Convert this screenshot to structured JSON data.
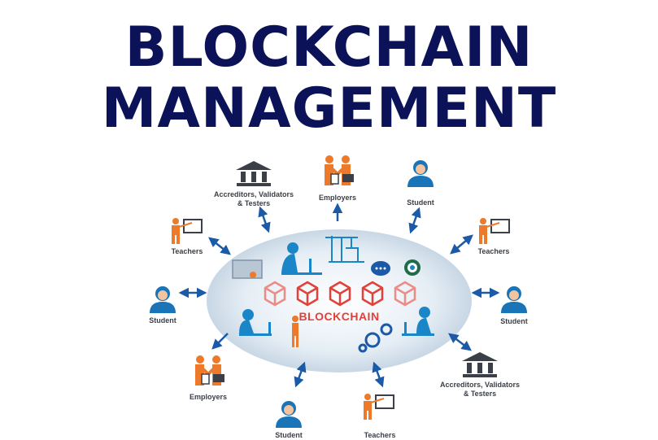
{
  "title": {
    "line1": "BLOCKCHAIN",
    "line2": "MANAGEMENT"
  },
  "center": {
    "label": "BLOCKCHAIN",
    "block_count": 5
  },
  "nodes": [
    {
      "id": "accreditors-top",
      "icon": "bank-icon",
      "label_line1": "Accreditors, Validators",
      "label_line2": "& Testers"
    },
    {
      "id": "employers-top",
      "icon": "handshake-icon",
      "label_line1": "Employers",
      "label_line2": ""
    },
    {
      "id": "student-top",
      "icon": "student-icon",
      "label_line1": "Student",
      "label_line2": ""
    },
    {
      "id": "teachers-left",
      "icon": "teacher-icon",
      "label_line1": "Teachers",
      "label_line2": ""
    },
    {
      "id": "teachers-right",
      "icon": "teacher-icon",
      "label_line1": "Teachers",
      "label_line2": ""
    },
    {
      "id": "student-left",
      "icon": "student-icon",
      "label_line1": "Student",
      "label_line2": ""
    },
    {
      "id": "student-right",
      "icon": "student-icon",
      "label_line1": "Student",
      "label_line2": ""
    },
    {
      "id": "employers-bottom",
      "icon": "handshake-icon",
      "label_line1": "Employers",
      "label_line2": ""
    },
    {
      "id": "student-bottom",
      "icon": "student-icon",
      "label_line1": "Student",
      "label_line2": ""
    },
    {
      "id": "teachers-bottom",
      "icon": "teacher-icon",
      "label_line1": "Teachers",
      "label_line2": ""
    },
    {
      "id": "accreditors-right",
      "icon": "bank-icon",
      "label_line1": "Accreditors, Validators",
      "label_line2": "& Testers"
    }
  ],
  "colors": {
    "title": "#0b1257",
    "arrow": "#1b5aa6",
    "orange": "#ec7a2a",
    "blue": "#1a86c8",
    "red": "#e2403a",
    "gray": "#3a3f48"
  }
}
